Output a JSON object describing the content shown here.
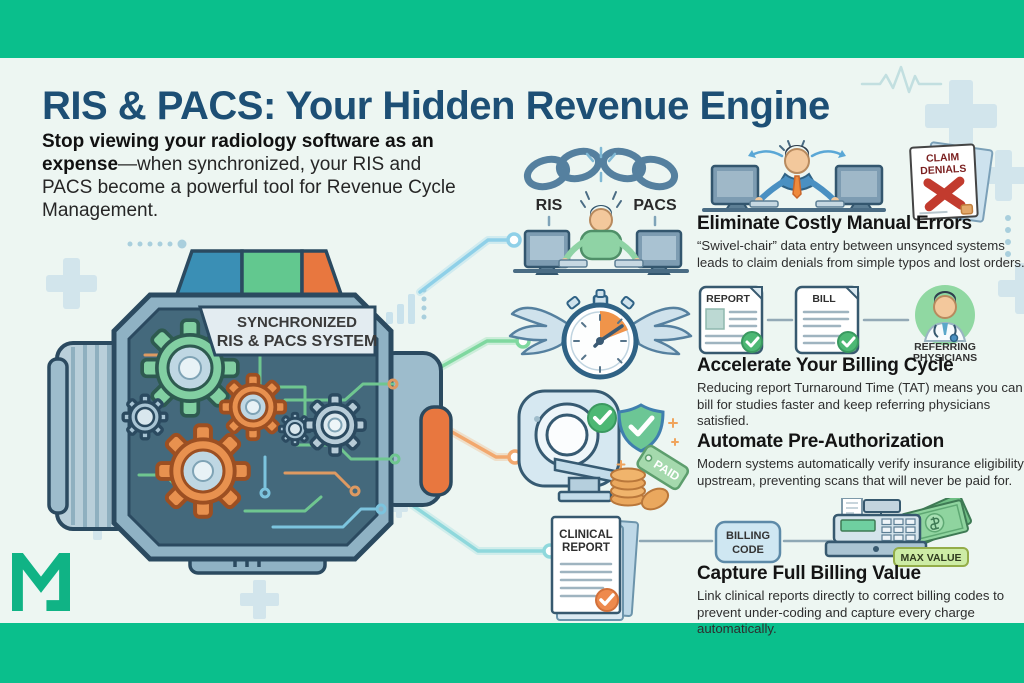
{
  "header": {
    "title": "RIS & PACS: Your Hidden Revenue Engine",
    "intro_bold": "Stop viewing your radiology software as an expense",
    "intro_rest": "—when synchronized, your RIS and PACS become a powerful tool for Revenue Cycle Management."
  },
  "engine": {
    "label_line1": "SYNCHRONIZED",
    "label_line2": "RIS & PACS SYSTEM"
  },
  "chain": {
    "left_label": "RIS",
    "right_label": "PACS"
  },
  "sections": [
    {
      "heading": "Eliminate Costly Manual Errors",
      "description": "“Swivel-chair” data entry between unsynced systems leads to claim denials from simple typos and lost orders."
    },
    {
      "heading": "Accelerate Your Billing Cycle",
      "description": "Reducing report Turnaround Time (TAT) means you can bill for studies faster and keep referring physicians satisfied."
    },
    {
      "heading": "Automate Pre-Authorization",
      "description": "Modern systems automatically verify insurance eligibility upstream, preventing scans that will never be paid for."
    },
    {
      "heading": "Capture Full Billing Value",
      "description": "Link clinical reports directly to correct billing codes to prevent under-coding and capture every charge automatically."
    }
  ],
  "labels": {
    "claim_doc_line1": "CLAIM",
    "claim_doc_line2": "DENIALS",
    "report_doc": "REPORT",
    "bill_doc": "BILL",
    "physicians_line1": "REFERRING",
    "physicians_line2": "PHYSICIANS",
    "paid_tag": "PAID",
    "clinical_line1": "CLINICAL",
    "clinical_line2": "REPORT",
    "billing_code_line1": "BILLING",
    "billing_code_line2": "CODE",
    "max_value": "MAX VALUE"
  },
  "colors": {
    "accent_green": "#0abf8c",
    "title_blue": "#1d4f75",
    "connector_blue": "#8fd0e8",
    "connector_green": "#7fd89f",
    "connector_orange": "#f2a86e",
    "connector_cyan": "#8fd8dc"
  }
}
